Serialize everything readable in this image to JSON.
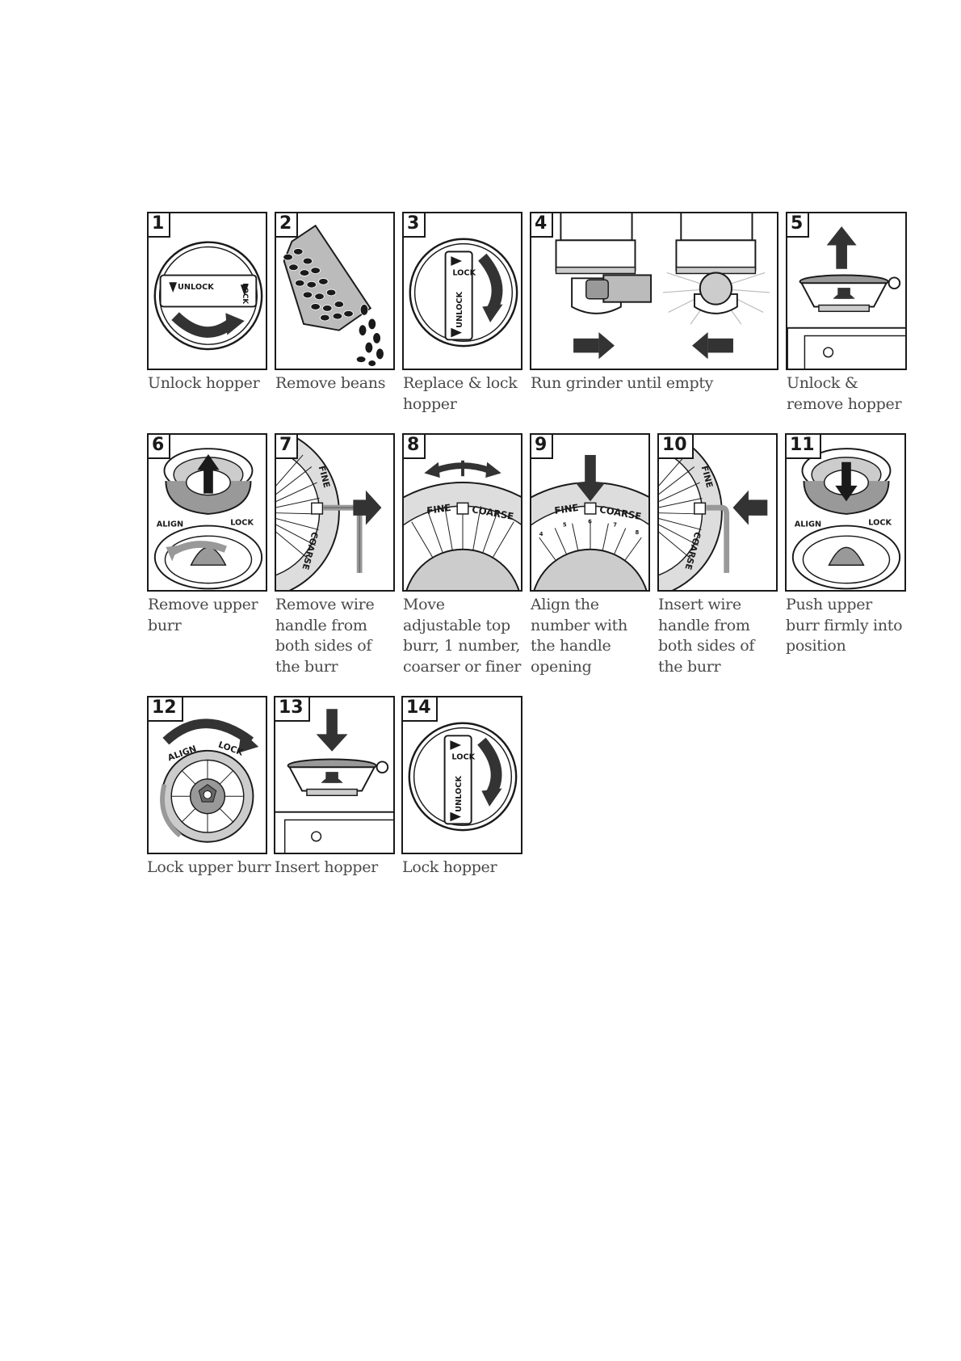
{
  "steps": [
    {
      "number": "1",
      "caption": "Unlock hopper",
      "labels": [
        "UNLOCK",
        "LOCK"
      ]
    },
    {
      "number": "2",
      "caption": "Remove beans"
    },
    {
      "number": "3",
      "caption": "Replace & lock hopper",
      "labels": [
        "LOCK",
        "UNLOCK"
      ]
    },
    {
      "number": "4",
      "caption": "Run grinder until empty"
    },
    {
      "number": "5",
      "caption": "Unlock & remove hopper"
    },
    {
      "number": "6",
      "caption": "Remove upper burr",
      "labels": [
        "ALIGN",
        "LOCK"
      ]
    },
    {
      "number": "7",
      "caption": "Remove wire handle from both sides of the burr",
      "labels": [
        "FINE",
        "COARSE"
      ]
    },
    {
      "number": "8",
      "caption": "Move adjustable top burr, 1 number, coarser or finer",
      "labels": [
        "FINE",
        "COARSE"
      ]
    },
    {
      "number": "9",
      "caption": "Align the number with the handle opening",
      "labels": [
        "FINE",
        "COARSE"
      ],
      "scale": [
        "4",
        "5",
        "6",
        "7",
        "8"
      ]
    },
    {
      "number": "10",
      "caption": "Insert wire handle from both sides of the burr",
      "labels": [
        "FINE",
        "COARSE"
      ]
    },
    {
      "number": "11",
      "caption": "Push upper burr firmly into position",
      "labels": [
        "ALIGN",
        "LOCK"
      ]
    },
    {
      "number": "12",
      "caption": "Lock upper burr",
      "labels": [
        "ALIGN",
        "LOCK"
      ]
    },
    {
      "number": "13",
      "caption": "Insert hopper"
    },
    {
      "number": "14",
      "caption": "Lock hopper",
      "labels": [
        "LOCK",
        "UNLOCK"
      ]
    }
  ]
}
